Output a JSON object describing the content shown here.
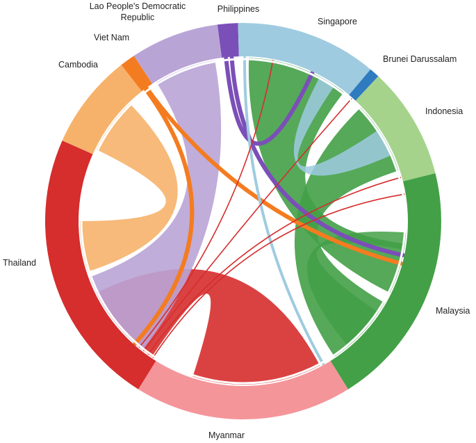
{
  "chart_data": {
    "type": "chord",
    "title": "",
    "regions": [
      {
        "id": "philippines",
        "label": "Philippines",
        "color": "#7b4fb8"
      },
      {
        "id": "singapore",
        "label": "Singapore",
        "color": "#9fcbe0"
      },
      {
        "id": "brunei",
        "label": "Brunei Darussalam",
        "color": "#2e7bbf"
      },
      {
        "id": "indonesia",
        "label": "Indonesia",
        "color": "#a5d38c"
      },
      {
        "id": "malaysia",
        "label": "Malaysia",
        "color": "#43a047"
      },
      {
        "id": "myanmar",
        "label": "Myanmar",
        "color": "#f4959a"
      },
      {
        "id": "thailand",
        "label": "Thailand",
        "color": "#d62d2d"
      },
      {
        "id": "cambodia",
        "label": "Cambodia",
        "color": "#f6b26b"
      },
      {
        "id": "vietnam",
        "label": "Viet Nam",
        "color": "#f47c20"
      },
      {
        "id": "laos",
        "label": "Lao People's Democratic Republic",
        "color": "#b9a4d6"
      }
    ],
    "flows": [
      {
        "from": "thailand",
        "to": "myanmar",
        "band": "wide"
      },
      {
        "from": "thailand",
        "to": "cambodia",
        "band": "wide"
      },
      {
        "from": "thailand",
        "to": "laos",
        "band": "wide"
      },
      {
        "from": "malaysia",
        "to": "singapore",
        "band": "wide"
      },
      {
        "from": "malaysia",
        "to": "indonesia",
        "band": "wide"
      },
      {
        "from": "malaysia",
        "to": "myanmar",
        "band": "medium"
      },
      {
        "from": "singapore",
        "to": "indonesia",
        "band": "medium"
      },
      {
        "from": "malaysia",
        "to": "philippines",
        "band": "thin"
      },
      {
        "from": "malaysia",
        "to": "vietnam",
        "band": "thin"
      },
      {
        "from": "singapore",
        "to": "philippines",
        "band": "thin"
      },
      {
        "from": "singapore",
        "to": "myanmar",
        "band": "thin"
      },
      {
        "from": "thailand",
        "to": "singapore",
        "band": "thin"
      },
      {
        "from": "thailand",
        "to": "brunei",
        "band": "thin"
      },
      {
        "from": "thailand",
        "to": "indonesia",
        "band": "thin"
      },
      {
        "from": "thailand",
        "to": "malaysia",
        "band": "thin"
      },
      {
        "from": "thailand",
        "to": "vietnam",
        "band": "thin"
      }
    ]
  }
}
